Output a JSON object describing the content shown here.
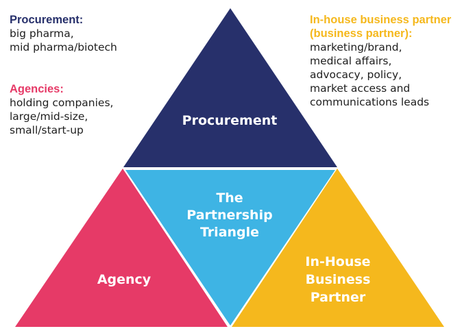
{
  "diagram": {
    "triangles": {
      "procurement": {
        "label": "Procurement",
        "color": "#27306b"
      },
      "center": {
        "label_lines": [
          "The",
          "Partnership",
          "Triangle"
        ],
        "color": "#3eb4e4"
      },
      "agency": {
        "label": "Agency",
        "color": "#e63a67"
      },
      "partner": {
        "label_lines": [
          "In-House",
          "Business",
          "Partner"
        ],
        "color": "#f5b81d"
      }
    }
  },
  "notes": {
    "procurement": {
      "heading": "Procurement:",
      "heading_color": "#27306b",
      "lines": [
        "big pharma,",
        "mid pharma/biotech"
      ]
    },
    "agencies": {
      "heading": "Agencies:",
      "heading_color": "#e63a67",
      "lines": [
        "holding companies,",
        "large/mid-size,",
        "small/start-up"
      ]
    },
    "partner": {
      "heading_lines": [
        "In-house business partner",
        "(business partner):"
      ],
      "heading_color": "#f5b81d",
      "lines": [
        "marketing/brand,",
        "medical affairs,",
        "advocacy, policy,",
        "market access and",
        "communications leads"
      ]
    }
  }
}
